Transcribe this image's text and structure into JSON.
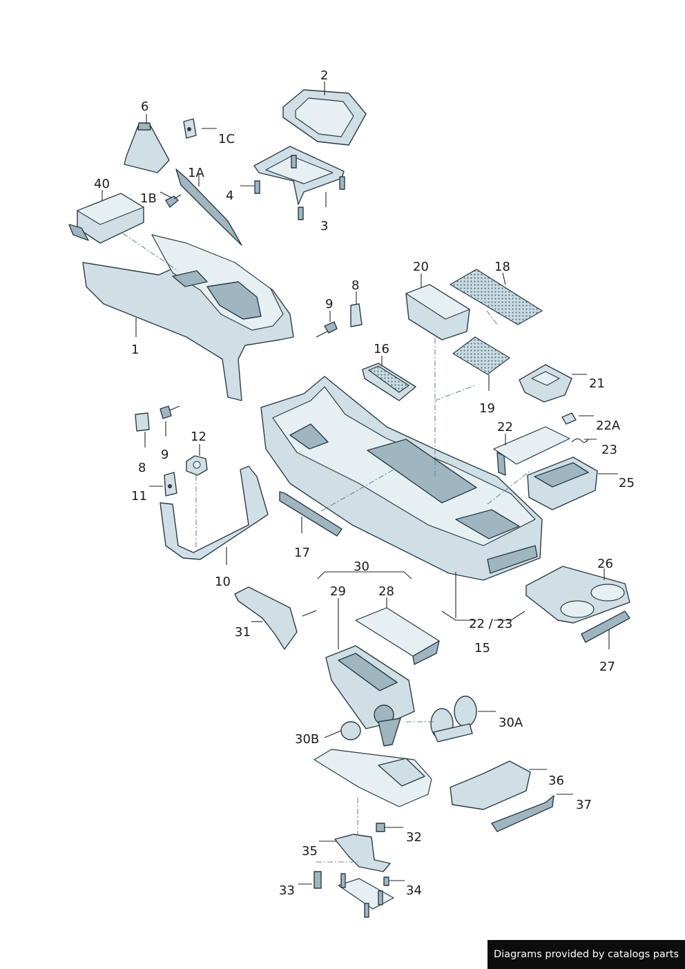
{
  "labels": {
    "l1": "1",
    "l1A": "1A",
    "l1B": "1B",
    "l1C": "1C",
    "l2": "2",
    "l3": "3",
    "l4": "4",
    "l6": "6",
    "l8a": "8",
    "l8b": "8",
    "l9a": "9",
    "l9b": "9",
    "l10": "10",
    "l11": "11",
    "l12": "12",
    "l15": "15",
    "l16": "16",
    "l17": "17",
    "l18": "18",
    "l19": "19",
    "l20": "20",
    "l21": "21",
    "l22": "22",
    "l22A": "22A",
    "l22_23": "22 / 23",
    "l23": "23",
    "l25": "25",
    "l26": "26",
    "l27": "27",
    "l28": "28",
    "l29": "29",
    "l30": "30",
    "l30A": "30A",
    "l30B": "30B",
    "l31": "31",
    "l32": "32",
    "l33": "33",
    "l34": "34",
    "l35": "35",
    "l36": "36",
    "l37": "37",
    "l40": "40"
  },
  "footer": {
    "credit": "Diagrams provided by catalogs parts"
  },
  "colors": {
    "part_fill": "#cfdfe5",
    "part_shadow": "#9fb6c0",
    "outline": "#2b3a44",
    "footer_bg": "#0d0d0d"
  }
}
